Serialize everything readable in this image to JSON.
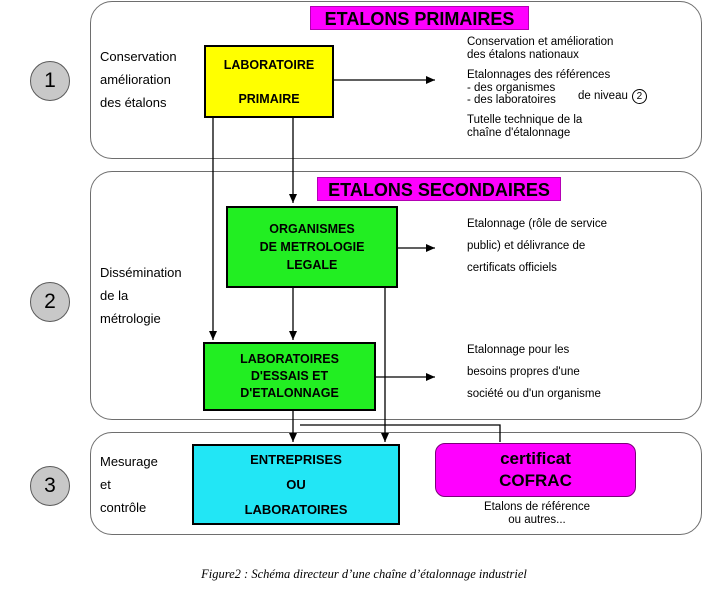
{
  "level1": {
    "number": "1",
    "title": "ETALONS PRIMAIRES",
    "side": [
      "Conservation",
      "amélioration",
      "des étalons"
    ],
    "box": [
      "LABORATOIRE",
      "PRIMAIRE"
    ],
    "notes": {
      "a": [
        "Conservation et amélioration",
        "des étalons nationaux"
      ],
      "b": [
        "Etalonnages des références",
        "- des organismes",
        "- des laboratoires"
      ],
      "b_suffix": "de niveau",
      "b_marker": "2",
      "c": [
        "Tutelle technique de la",
        "chaîne d'étalonnage"
      ]
    }
  },
  "level2": {
    "number": "2",
    "title": "ETALONS SECONDAIRES",
    "side": [
      "Dissémination",
      "de la",
      "métrologie"
    ],
    "box_top": [
      "ORGANISMES",
      "DE METROLOGIE",
      "LEGALE"
    ],
    "box_bottom": [
      "LABORATOIRES",
      "D'ESSAIS ET",
      "D'ETALONNAGE"
    ],
    "note_top": [
      "Etalonnage (rôle de service",
      "public) et délivrance de",
      "certificats officiels"
    ],
    "note_bottom": [
      "Etalonnage pour les",
      "besoins propres d'une",
      "société ou d'un organisme"
    ]
  },
  "level3": {
    "number": "3",
    "side": [
      "Mesurage",
      "et",
      "contrôle"
    ],
    "box": [
      "ENTREPRISES",
      "OU",
      "LABORATOIRES"
    ],
    "cofrac": [
      "certificat",
      "COFRAC"
    ],
    "note": [
      "Etalons de référence",
      "ou autres..."
    ]
  },
  "caption": "Figure2 : Schéma directeur d’une chaîne d’étalonnage industriel",
  "colors": {
    "title_bg": "#ff00ff",
    "primary_box": "#ffff00",
    "secondary_box": "#22ee22",
    "enterprise_box": "#22e6f5",
    "cofrac_box": "#ff00ff",
    "circle": "#c8c8c8"
  }
}
